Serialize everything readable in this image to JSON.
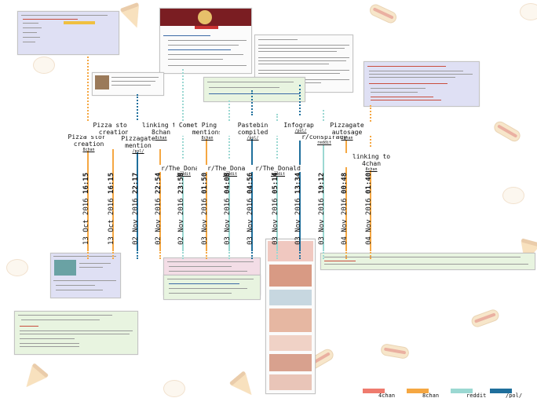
{
  "events": [
    {
      "label": "Pizza story\ncreation",
      "source": "8chan"
    },
    {
      "label": "Pizza story\ncreation",
      "source": "8chan"
    },
    {
      "label": "Pizzagate\nmention",
      "source": "/pol/"
    },
    {
      "label": "linking to\n8chan",
      "source": "8chan"
    },
    {
      "label": "r/The_Donald",
      "source": "reddit"
    },
    {
      "label": "Comet Ping Pong\nmentions",
      "source": "8chan"
    },
    {
      "label": "r/The_Donald",
      "source": "reddit"
    },
    {
      "label": "Pastebin\ncompiled",
      "source": "/pol/"
    },
    {
      "label": "r/The_Donald",
      "source": "reddit"
    },
    {
      "label": "Infograph",
      "source": "/pol/"
    },
    {
      "label": "r/conspiracy",
      "source": "reddit"
    },
    {
      "label": "Pizzagate\nautosage",
      "source": "8chan"
    },
    {
      "label": "linking to\n4chan",
      "source": "8chan"
    }
  ],
  "dates": [
    {
      "day": "13 Oct 2016",
      "time": "16:15"
    },
    {
      "day": "13 Oct 2016",
      "time": "16:15"
    },
    {
      "day": "02 Nov 2016",
      "time": "22:17"
    },
    {
      "day": "02 Nov 2016",
      "time": "22:54"
    },
    {
      "day": "02 Nov 2016",
      "time": "23:58"
    },
    {
      "day": "03 Nov 2016",
      "time": "01:50"
    },
    {
      "day": "03 Nov 2016",
      "time": "04:08"
    },
    {
      "day": "03 Nov 2016",
      "time": "04:56"
    },
    {
      "day": "03 Nov 2016",
      "time": "05:14"
    },
    {
      "day": "03 Nov 2016",
      "time": "13:34"
    },
    {
      "day": "03 Nov 2016",
      "time": "19:12"
    },
    {
      "day": "04 Nov 2016",
      "time": "00:48"
    },
    {
      "day": "04 Nov 2016",
      "time": "01:40"
    }
  ],
  "legend": [
    {
      "label": "4chan",
      "color": "#ef7b6e"
    },
    {
      "label": "8chan",
      "color": "#f5a742"
    },
    {
      "label": "reddit",
      "color": "#9bd8d2"
    },
    {
      "label": "/pol/",
      "color": "#1f6f9c"
    }
  ]
}
